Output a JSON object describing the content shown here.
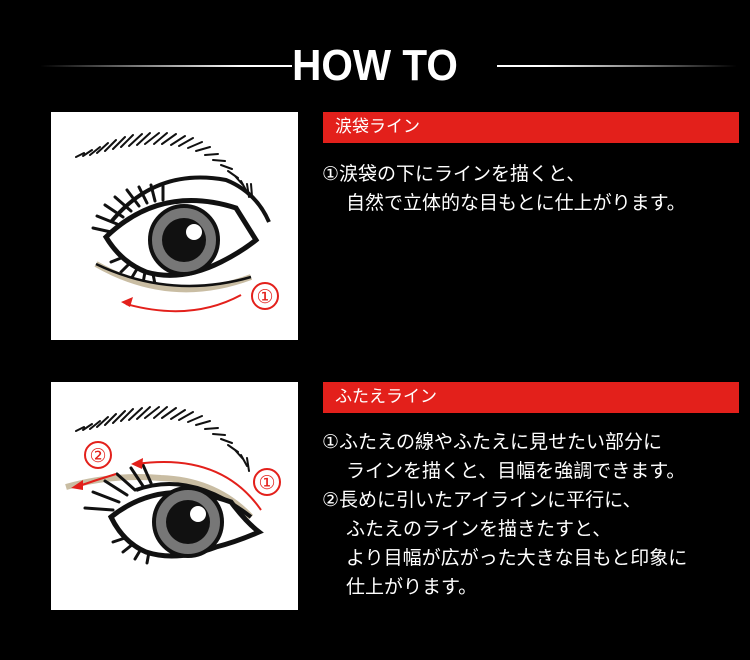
{
  "header": {
    "title": "HOW TO"
  },
  "steps": [
    {
      "heading": "涙袋ライン",
      "lines": [
        "①涙袋の下にラインを描くと、",
        "自然で立体的な目もとに仕上がります。"
      ],
      "figure": {
        "markers": [
          "①"
        ]
      }
    },
    {
      "heading": "ふたえライン",
      "lines": [
        "①ふたえの線やふたえに見せたい部分に",
        "ラインを描くと、目幅を強調できます。",
        "②長めに引いたアイラインに平行に、",
        "ふたえのラインを描きたすと、",
        "より目幅が広がった大きな目もと印象に",
        "仕上がります。"
      ],
      "figure": {
        "markers": [
          "②",
          "①"
        ]
      }
    }
  ],
  "colors": {
    "accent": "#e3201b",
    "liner": "#c9bda3",
    "background": "#000000"
  }
}
